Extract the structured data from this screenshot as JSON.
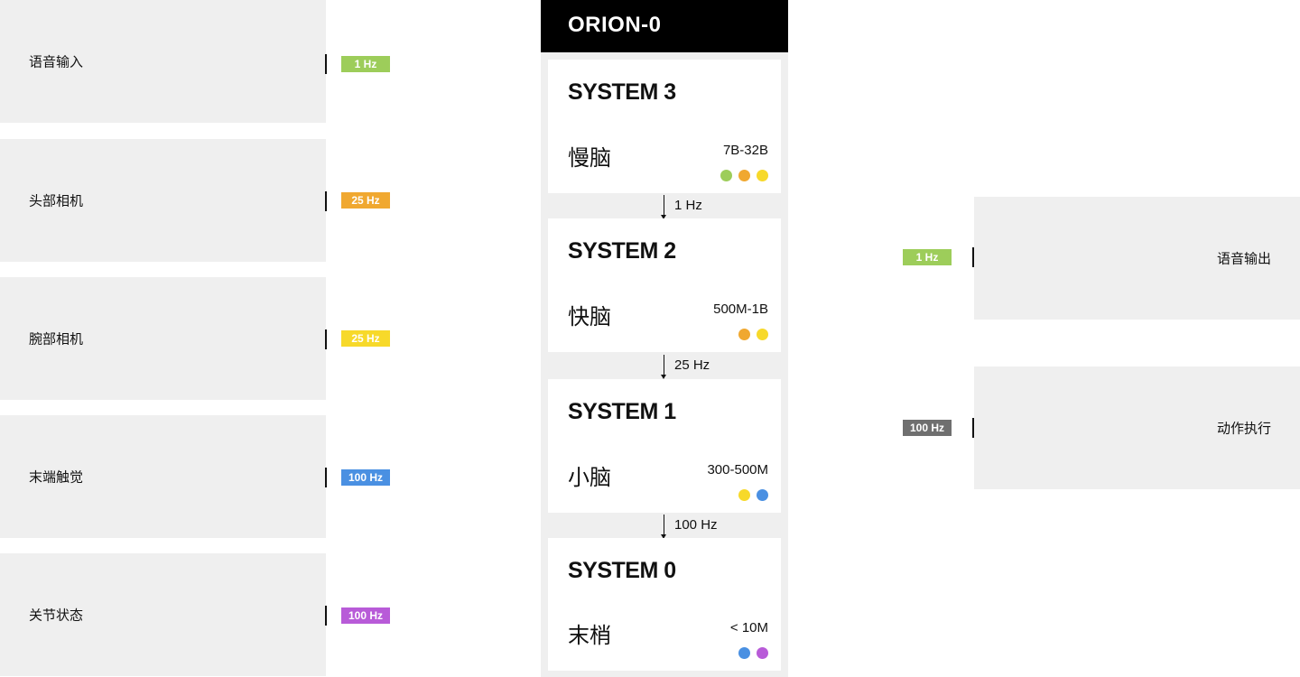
{
  "inputs": [
    {
      "label": "语音输入",
      "rate": "1 Hz",
      "color": "#9dcd5a"
    },
    {
      "label": "头部相机",
      "rate": "25 Hz",
      "color": "#f0a830"
    },
    {
      "label": "腕部相机",
      "rate": "25 Hz",
      "color": "#f7d92a"
    },
    {
      "label": "末端触觉",
      "rate": "100 Hz",
      "color": "#4a90e2"
    },
    {
      "label": "关节状态",
      "rate": "100 Hz",
      "color": "#b85bd8"
    }
  ],
  "outputs": [
    {
      "label": "语音输出",
      "rate": "1 Hz",
      "color": "#9dcd5a"
    },
    {
      "label": "动作执行",
      "rate": "100 Hz",
      "color": "#6f6f6f"
    }
  ],
  "core": {
    "title": "ORION-0",
    "systems": [
      {
        "title": "SYSTEM 3",
        "name": "慢脑",
        "params": "7B-32B",
        "dots": [
          "#9dcd5a",
          "#f0a830",
          "#f7d92a"
        ]
      },
      {
        "title": "SYSTEM 2",
        "name": "快脑",
        "params": "500M-1B",
        "dots": [
          "#f0a830",
          "#f7d92a"
        ]
      },
      {
        "title": "SYSTEM 1",
        "name": "小脑",
        "params": "300-500M",
        "dots": [
          "#f7d92a",
          "#4a90e2"
        ]
      },
      {
        "title": "SYSTEM 0",
        "name": "末梢",
        "params": "< 10M",
        "dots": [
          "#4a90e2",
          "#b85bd8"
        ]
      }
    ],
    "links": [
      "1 Hz",
      "25 Hz",
      "100 Hz"
    ]
  }
}
